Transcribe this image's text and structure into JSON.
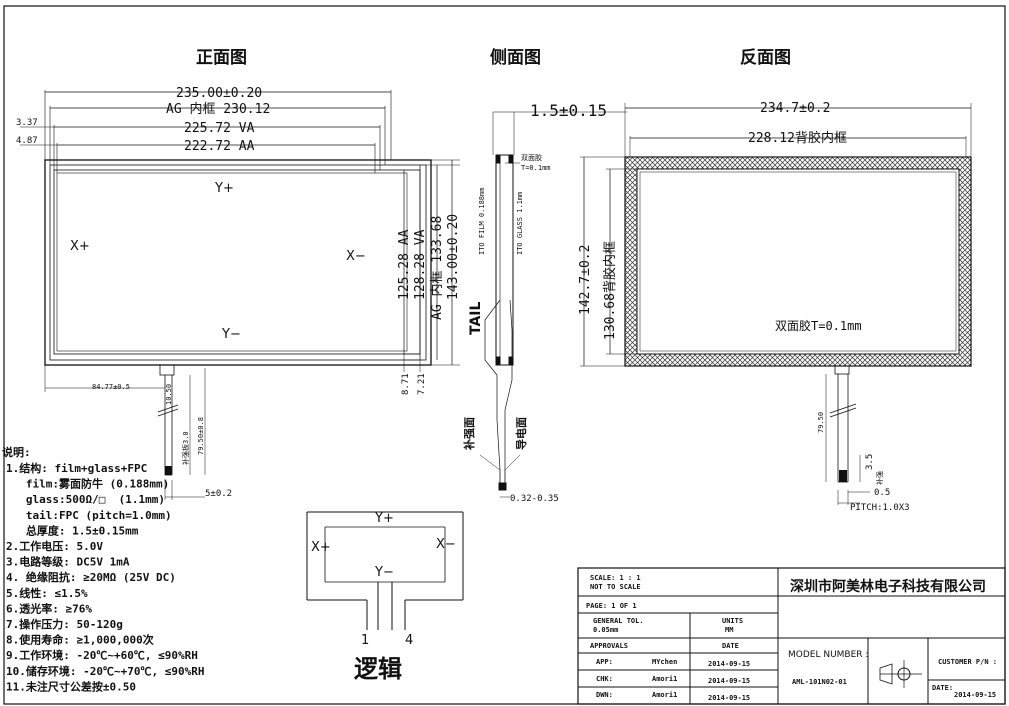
{
  "views": {
    "front": "正面图",
    "side": "侧面图",
    "back": "反面图"
  },
  "front": {
    "overall_width": "235.00±0.20",
    "ag_inner": "AG 内框 230.12",
    "va_width": "225.72 VA",
    "aa_width": "222.72 AA",
    "left_337": "3.37",
    "left_487": "4.87",
    "y_plus": "Y+",
    "y_minus": "Y−",
    "x_plus": "X+",
    "x_minus": "X−",
    "aa_height": "125.28 AA",
    "va_height": "128.28 VA",
    "ag_height": "AG 内框 133.68",
    "overall_height": "143.00±0.20",
    "dim_871": "8.71",
    "dim_721": "7.21",
    "tail_offset": "84.77±0.5",
    "tail_width": "5±0.2",
    "tail_len1": "79.50±0.8",
    "tail_len2": "补强板3.0",
    "tail_mark": "10.50"
  },
  "side": {
    "thickness": "1.5±0.15",
    "tape": "双面胶",
    "tape_t": "T=0.1mm",
    "ito_film": "ITO FILM 0.188mm",
    "ito_glass": "ITO GLASS 1.1mm",
    "tail": "TAIL",
    "reinforce": "补强面",
    "conductive": "导电面",
    "fpc_thick": "0.32-0.35"
  },
  "back": {
    "overall_width": "234.7±0.2",
    "inner_width": "228.12背胶内框",
    "overall_height": "142.7±0.2",
    "inner_height": "130.68背胶内框",
    "tape_label": "双面胶T=0.1mm",
    "tail_len": "79.50",
    "dim_35": "3.5",
    "dim_mark": "补强",
    "dim_05": "0.5",
    "pitch": "PITCH:1.0X3"
  },
  "notes": {
    "heading": "说明:",
    "lines": [
      "1.结构: film+glass+FPC",
      "   film:雾面防牛 (0.188mm)",
      "   glass:500Ω/□  (1.1mm)",
      "   tail:FPC (pitch=1.0mm)",
      "   总厚度: 1.5±0.15mm",
      "2.工作电压: 5.0V",
      "3.电路等级: DC5V 1mA",
      "4. 绝缘阻抗: ≥20MΩ (25V DC)",
      "5.线性: ≤1.5%",
      "6.透光率: ≥76%",
      "7.操作压力: 50-120g",
      "8.使用寿命: ≥1,000,000次",
      "9.工作环境: -20℃~+60℃, ≤90%RH",
      "10.储存环境: -20℃~+70℃, ≤90%RH",
      "11.未注尺寸公差按±0.50"
    ]
  },
  "logic": {
    "y_plus": "Y+",
    "y_minus": "Y−",
    "x_plus": "X+",
    "x_minus": "X−",
    "pin1": "1",
    "pin4": "4",
    "label": "逻辑"
  },
  "titleblock": {
    "scale": "SCALE: 1 : 1",
    "not_to_scale": "NOT TO SCALE",
    "page": "PAGE:  1 OF 1",
    "tol_label": "GENERAL TOL.",
    "tol_value": "0.05mm",
    "units_label": "UNITS",
    "units_value": "MM",
    "approvals": "APPROVALS",
    "date_label": "DATE",
    "app_label": "APP:",
    "app_name": "MYchen",
    "app_date": "2014-09-15",
    "chk_label": "CHK:",
    "chk_name": "Amori1",
    "chk_date": "2014-09-15",
    "dwn_label": "DWN:",
    "dwn_name": "Amori1",
    "dwn_date": "2014-09-15",
    "company": "深圳市阿美林电子科技有限公司",
    "model_label": "MODEL NUMBER :",
    "model_value": "AML-101N02-01",
    "customer_label": "CUSTOMER P/N :",
    "date2_label": "DATE:",
    "date2_value": "2014-09-15"
  },
  "colors": {
    "line": "#111111",
    "hatch": "#333333"
  }
}
